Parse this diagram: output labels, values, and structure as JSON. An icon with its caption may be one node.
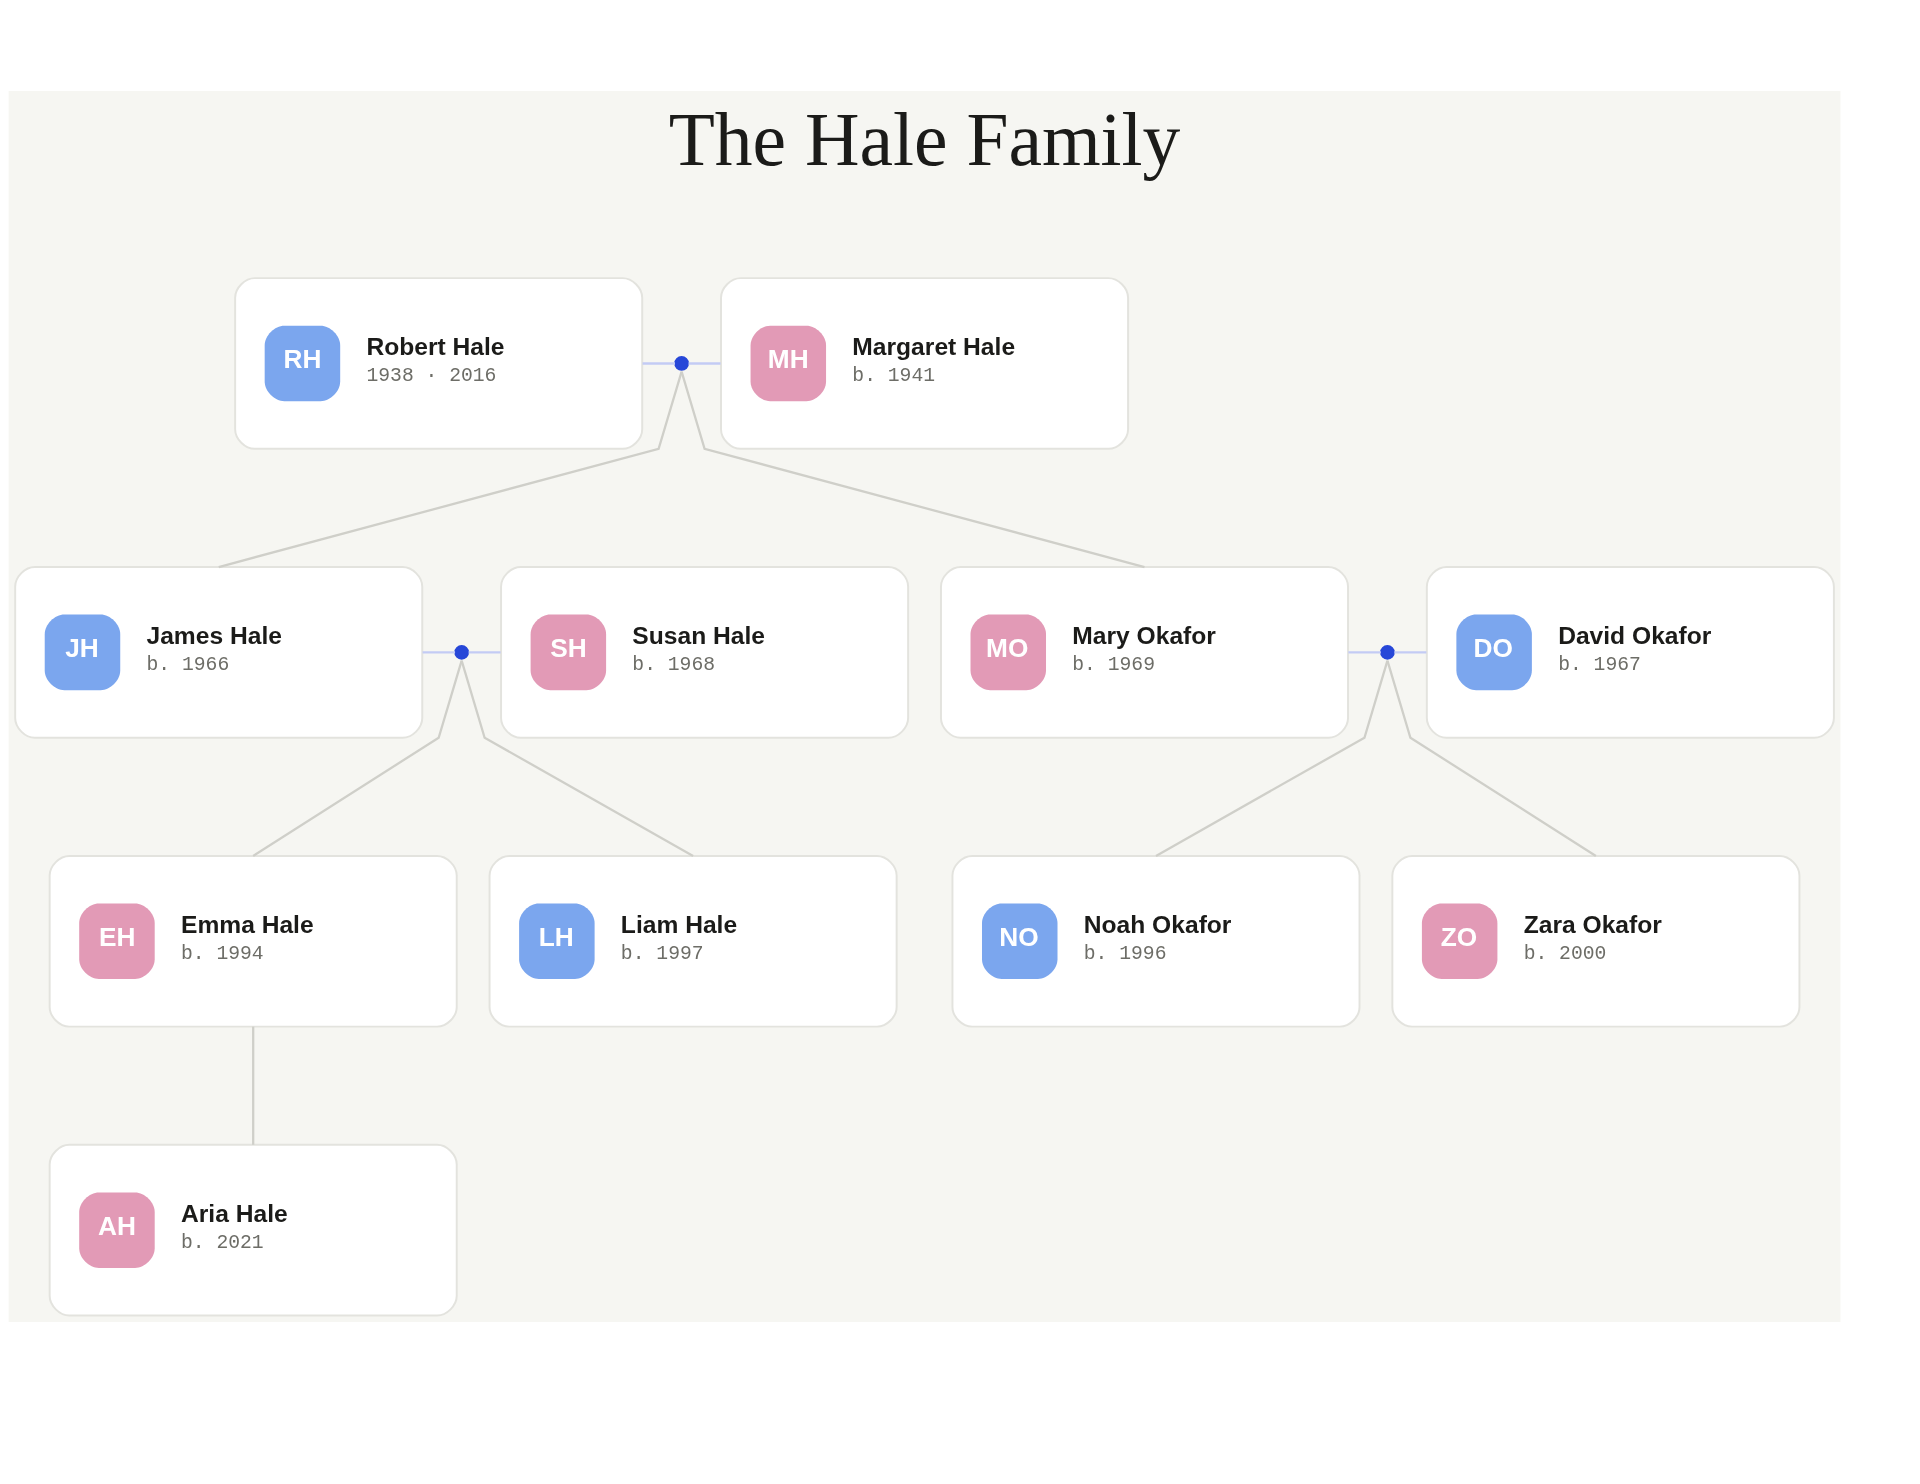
{
  "diagram": {
    "title": "The Hale Family",
    "nodes": [
      {
        "text": [
          "RH",
          "Robert Hale",
          "1938 · 2016"
        ]
      },
      {
        "text": [],
        "shape": "circle"
      },
      {
        "text": [
          "MH",
          "Margaret Hale",
          "b. 1941"
        ]
      },
      {
        "text": [
          "JH",
          "James Hale",
          "b. 1966"
        ]
      },
      {
        "text": [],
        "shape": "circle"
      },
      {
        "text": [
          "SH",
          "Susan Hale",
          "b. 1968"
        ]
      },
      {
        "text": [
          "MO",
          "Mary Okafor",
          "b. 1969"
        ]
      },
      {
        "text": [],
        "shape": "circle"
      },
      {
        "text": [
          "DO",
          "David Okafor",
          "b. 1967"
        ]
      },
      {
        "text": [
          "EH",
          "Emma Hale",
          "b. 1994"
        ]
      },
      {
        "text": [
          "LH",
          "Liam Hale",
          "b. 1997"
        ]
      },
      {
        "text": [
          "NO",
          "Noah Okafor",
          "b. 1996"
        ]
      },
      {
        "text": [
          "ZO",
          "Zara Okafor",
          "b. 2000"
        ]
      },
      {
        "text": [
          "AH",
          "Aria Hale",
          "b. 2021"
        ]
      }
    ],
    "edges": [
      {
        "from": 0,
        "to": 1,
        "arrow": "none",
        "color": "#c3cbf4"
      },
      {
        "from": 1,
        "to": 2,
        "arrow": "none",
        "color": "#c3cbf4"
      },
      {
        "from": 1,
        "to": 3,
        "arrow": "none"
      },
      {
        "from": 1,
        "to": 6,
        "arrow": "none"
      },
      {
        "from": 3,
        "to": 4,
        "arrow": "none",
        "color": "#c3cbf4"
      },
      {
        "from": 4,
        "to": 5,
        "arrow": "none",
        "color": "#c3cbf4"
      },
      {
        "from": 4,
        "to": 9,
        "arrow": "none"
      },
      {
        "from": 4,
        "to": 10,
        "arrow": "none"
      },
      {
        "from": 6,
        "to": 7,
        "arrow": "none",
        "color": "#c3cbf4"
      },
      {
        "from": 7,
        "to": 8,
        "arrow": "none",
        "color": "#c3cbf4"
      },
      {
        "from": 7,
        "to": 11,
        "arrow": "none"
      },
      {
        "from": 7,
        "to": 12,
        "arrow": "none"
      },
      {
        "from": 9,
        "to": 13,
        "arrow": "none"
      }
    ]
  }
}
